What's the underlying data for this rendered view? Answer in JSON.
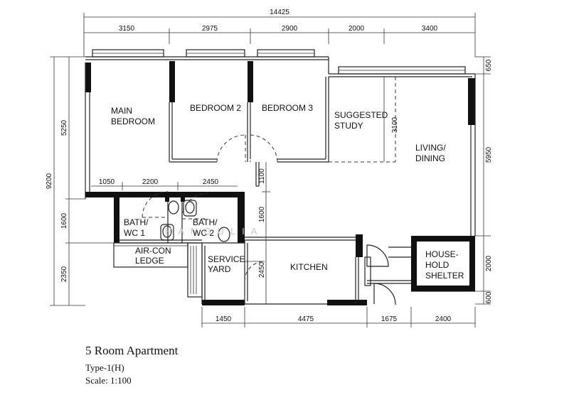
{
  "plan": {
    "title": "5 Room Apartment",
    "type": "Type-1(H)",
    "scale": "Scale: 1:100",
    "watermark": "HANGULIA",
    "overall_width": "14425",
    "top_dims": [
      "3150",
      "2975",
      "2900",
      "2000",
      "3400"
    ],
    "overall_height": "9200",
    "left_dims": [
      "5250",
      "1600",
      "2350"
    ],
    "right_dims": [
      "650",
      "5950",
      "2000",
      "600"
    ],
    "bottom_dims": [
      "1450",
      "4475",
      "1675",
      "2400"
    ],
    "interior_dims": {
      "d1050": "1050",
      "d2200": "2200",
      "d2450": "2450",
      "v3100": "3100",
      "v1100": "1100",
      "v1600": "1600",
      "v2450": "2450"
    },
    "rooms": {
      "main_bedroom_1": "MAIN",
      "main_bedroom_2": "BEDROOM",
      "bedroom2": "BEDROOM 2",
      "bedroom3": "BEDROOM 3",
      "study_1": "SUGGESTED",
      "study_2": "STUDY",
      "living_1": "LIVING/",
      "living_2": "DINING",
      "bath1_1": "BATH/",
      "bath1_2": "WC 1",
      "bath2_1": "BATH/",
      "bath2_2": "WC 2",
      "aircon_1": "AIR-CON",
      "aircon_2": "LEDGE",
      "service_1": "SERVICE",
      "service_2": "YARD",
      "kitchen": "KITCHEN",
      "shelter_1": "HOUSE-",
      "shelter_2": "HOLD",
      "shelter_3": "SHELTER"
    }
  }
}
